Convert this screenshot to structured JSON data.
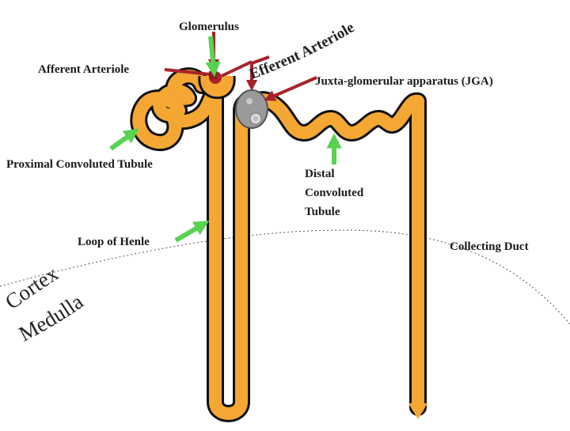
{
  "labels": {
    "glomerulus": "Glomerulus",
    "afferent_arteriole": "Afferent Arteriole",
    "efferent_arteriole": "Efferent Arteriole",
    "jga": "Juxta-glomerular apparatus (JGA)",
    "pct": "Proximal Convoluted Tubule",
    "dct": "Distal Convoluted Tubule",
    "loop_of_henle": "Loop of Henle",
    "collecting_duct": "Collecting Duct",
    "cortex": "Cortex",
    "medulla": "Medulla"
  },
  "colors": {
    "tubule_fill": "#F4A733",
    "tubule_outline": "#111111",
    "arteriole": "#A8232A",
    "pointer_arrow": "#57D34F",
    "capsule": "#9A9A9A",
    "boundary_line": "#555555"
  }
}
